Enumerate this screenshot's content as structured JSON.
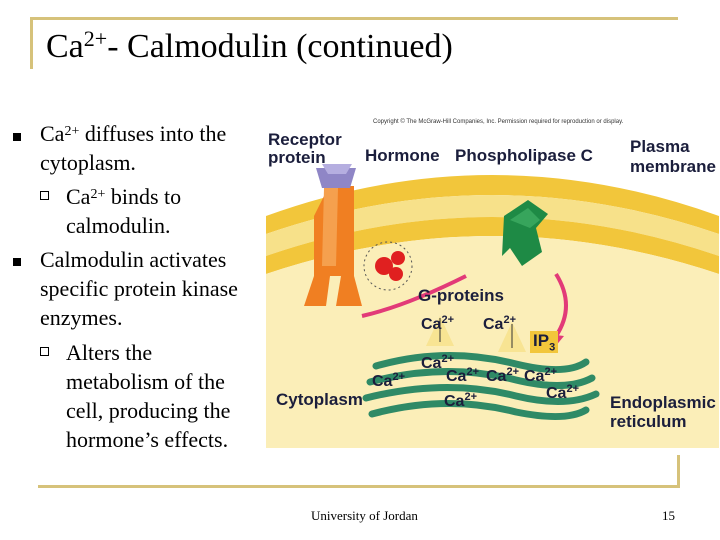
{
  "slide": {
    "title_main": "Ca",
    "title_sup": "2+",
    "title_rest": "- Calmodulin  (continued)",
    "bullets": [
      {
        "line1_a": "Ca",
        "line1_sup": "2+",
        "line1_b": " diffuses into the",
        "line2": "cytoplasm."
      },
      {
        "sub_a": "Ca",
        "sub_sup": "2+",
        "sub_b": " binds to",
        "sub_line2": "calmodulin."
      },
      {
        "line1": "Calmodulin activates",
        "line2": "specific protein kinase",
        "line3": "enzymes."
      },
      {
        "sub_line1": "Alters the",
        "sub_line2": "metabolism of the",
        "sub_line3": "cell, producing the",
        "sub_line4": "hormone’s effects."
      }
    ]
  },
  "figure": {
    "copyright": "Copyright © The McGraw-Hill Companies, Inc. Permission required for reproduction or display.",
    "labels": {
      "receptor_1": "Receptor",
      "receptor_2": "protein",
      "hormone": "Hormone",
      "phospholipase": "Phospholipase C",
      "plasma_1": "Plasma",
      "plasma_2": "membrane",
      "gproteins": "G-proteins",
      "ca": "Ca",
      "ca_sup": "2+",
      "ip_base": "IP",
      "ip_sub": "3",
      "cytoplasm": "Cytoplasm",
      "er_1": "Endoplasmic",
      "er_2": "reticulum"
    }
  },
  "footer": {
    "institution": "University of Jordan",
    "page": "15"
  }
}
